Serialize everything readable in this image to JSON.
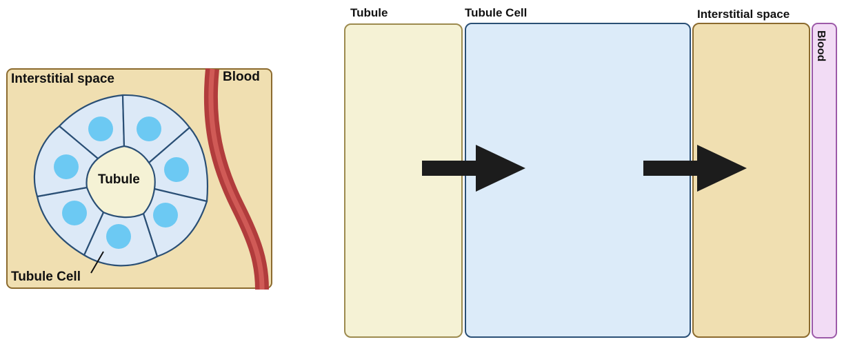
{
  "left": {
    "interstitial_label": "Interstitial space",
    "blood_label": "Blood",
    "tubule_label": "Tubule",
    "tubule_cell_label": "Tubule Cell"
  },
  "right": {
    "tubule_label": "Tubule",
    "tubule_cell_label": "Tubule Cell",
    "interstitial_label": "Interstitial space",
    "blood_label": "Blood"
  },
  "colors": {
    "interstitial_fill": "#f0dfb1",
    "interstitial_stroke": "#8b6a2e",
    "tubule_fill": "#f5f2d5",
    "tubule_stroke": "#9c8a4e",
    "cell_fill": "#dce9f7",
    "cell_stroke": "#2a4f75",
    "nucleus": "#6cc9f3",
    "blood_fill": "#f2dcf5",
    "blood_stroke": "#9c5aa8",
    "vessel_outer": "#b13c3c",
    "vessel_inner": "#d05a56",
    "arrow": "#1c1c1c"
  }
}
